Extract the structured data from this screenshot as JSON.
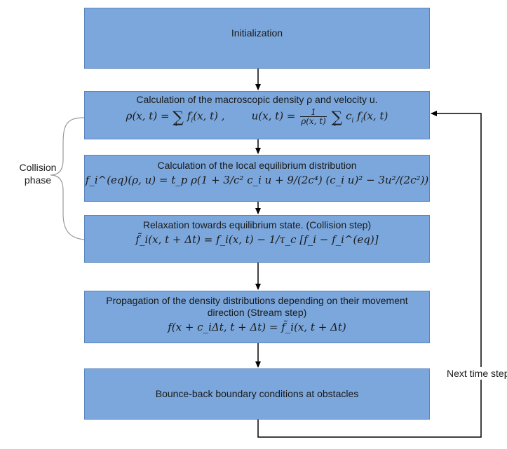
{
  "boxes": {
    "init": {
      "title": "Initialization"
    },
    "macro": {
      "title": "Calculation of the macroscopic density ρ and velocity u.",
      "formula_rho_lhs": "ρ(x, t) =",
      "formula_rho_rhs": "f",
      "formula_u_lhs": "u(x, t) =",
      "formula_u_num": "1",
      "formula_u_den": "ρ(x, t)",
      "formula_u_rhs": "c"
    },
    "equilibrium": {
      "title": "Calculation of the local equilibrium distribution",
      "formula": "f_i^(eq)(ρ, u) = t_p ρ(1 + 3/c² c_i u + 9/(2c⁴) (c_i u)² − 3u²/(2c²))"
    },
    "relaxation": {
      "title": "Relaxation towards equilibrium state. (Collision step)",
      "formula": "f̃_i(x, t + Δt) = f_i(x, t) − 1/τ_c [f_i − f_i^(eq)]"
    },
    "propagation": {
      "title_line1": "Propagation of the density distributions depending on their movement",
      "title_line2": "direction (Stream step)",
      "formula": "f(x + c_iΔt, t + Δt) = f̃_i(x, t + Δt)"
    },
    "bounce": {
      "title": "Bounce-back boundary conditions at obstacles"
    }
  },
  "labels": {
    "collision_phase_line1": "Collision",
    "collision_phase_line2": "phase",
    "next_time_step": "Next time step"
  },
  "colors": {
    "box_fill": "#7ba7dc",
    "box_border": "#5a86bd",
    "arrow": "#000000",
    "brace": "#9a9a9a"
  }
}
